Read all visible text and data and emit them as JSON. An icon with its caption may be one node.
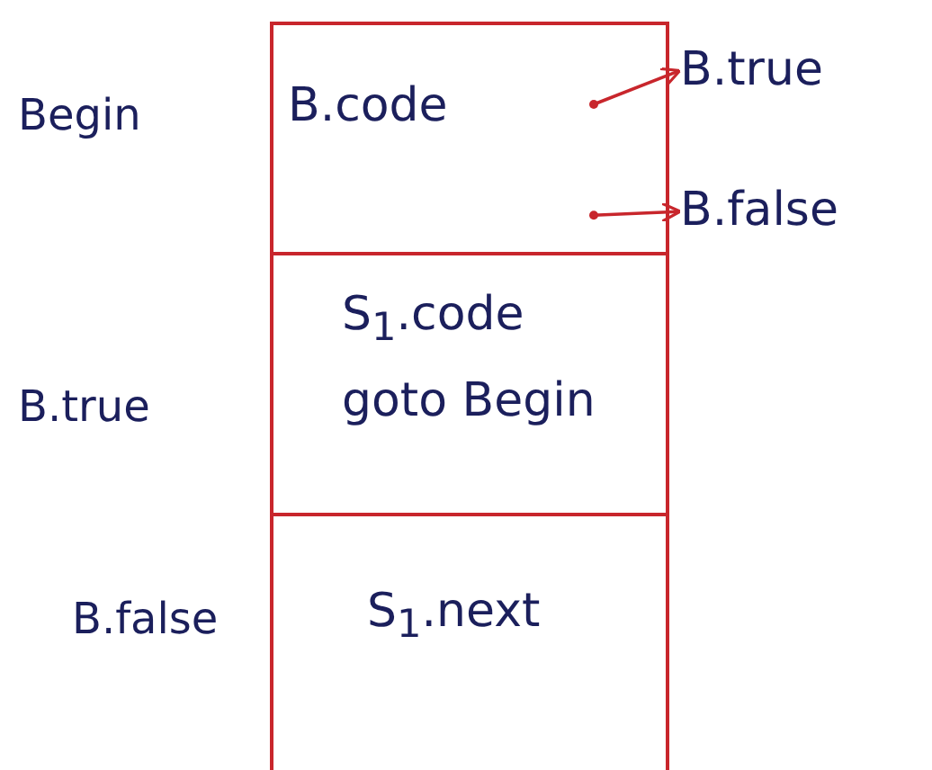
{
  "diagram": {
    "nodes": [
      {
        "text": [
          "B.code"
        ],
        "beside": [
          "Begin"
        ]
      },
      {
        "text": [
          "S$_{1}$.code",
          "goto Begin"
        ],
        "beside": [
          "B.true"
        ]
      },
      {
        "text": [
          "S$_{1}$.next"
        ],
        "beside": [
          "B.false"
        ]
      },
      {
        "text": [
          "B.true"
        ]
      },
      {
        "text": [
          "B.false"
        ]
      }
    ],
    "edges": [
      {
        "from": 0,
        "to": 3,
        "arrow": "to"
      },
      {
        "from": 0,
        "to": 4,
        "arrow": "to"
      }
    ]
  }
}
